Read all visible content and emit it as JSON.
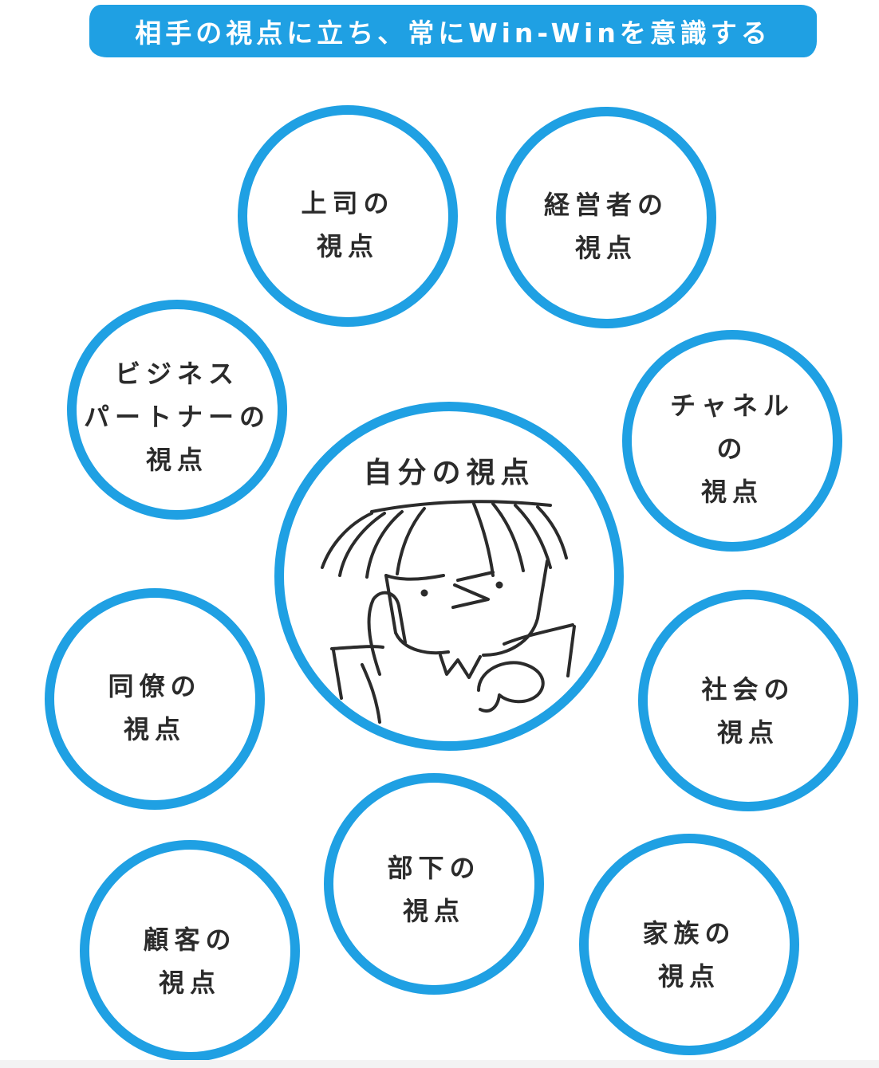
{
  "banner": {
    "title": "相手の視点に立ち、常にWin-Winを意識する"
  },
  "center": {
    "label": "自分の視点"
  },
  "perspectives": [
    {
      "id": "boss",
      "label": "上司の\n視点"
    },
    {
      "id": "executive",
      "label": "経営者の\n視点"
    },
    {
      "id": "business-partner",
      "label": "ビジネス\nパートナーの\n視点"
    },
    {
      "id": "channel",
      "label": "チャネル\nの\n視点"
    },
    {
      "id": "colleague",
      "label": "同僚の\n視点"
    },
    {
      "id": "society",
      "label": "社会の\n視点"
    },
    {
      "id": "subordinate",
      "label": "部下の\n視点"
    },
    {
      "id": "customer",
      "label": "顧客の\n視点"
    },
    {
      "id": "family",
      "label": "家族の\n視点"
    }
  ],
  "colors": {
    "accent": "#1fa0e3",
    "text": "#2b2b2b",
    "background": "#ffffff"
  }
}
